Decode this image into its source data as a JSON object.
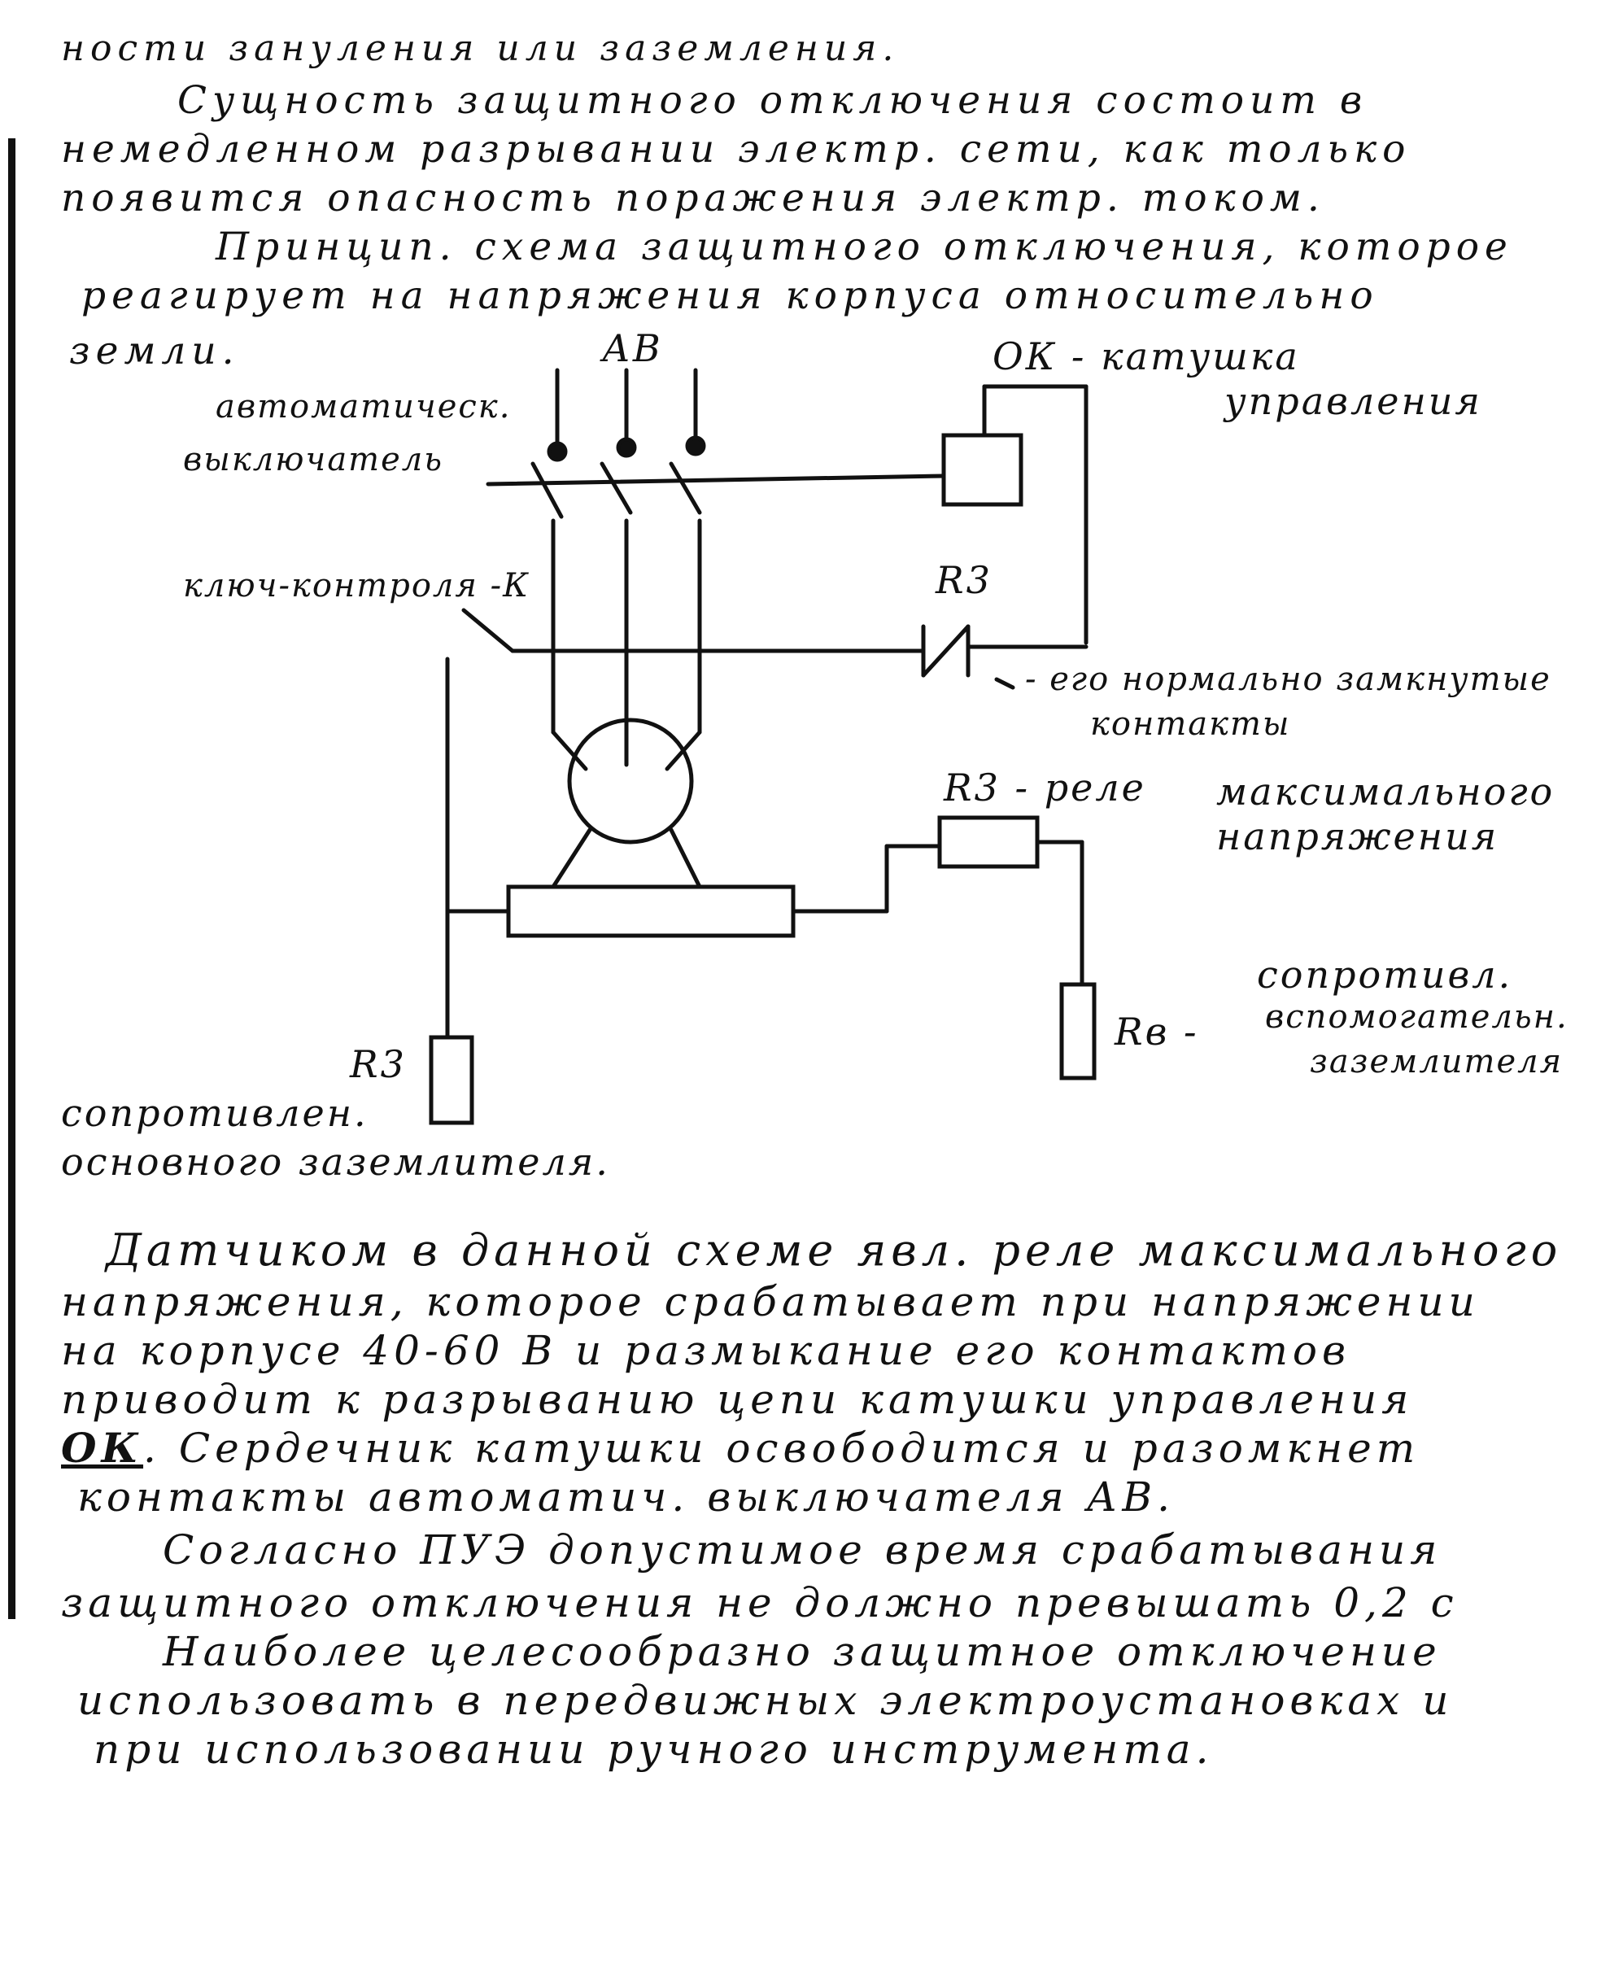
{
  "text_lines": [
    "ности зануления или заземления.",
    "Сущность защитного отключения состоит в",
    "немедленном разрывании электр. сети, как только",
    "появится опасность поражения электр. током.",
    "Принцип. схема защитного отключения, которое",
    "реагирует на напряжения корпуса относительно",
    "земли."
  ],
  "diagram": {
    "av": "АВ",
    "ok_coil": "ОК - катушка",
    "ok_coil_2": "управления",
    "auto_switch": "автоматическ.",
    "auto_switch_2": "выключатель",
    "key": "ключ-контроля -К",
    "r3_top": "R3",
    "contacts": "- его нормально замкнутые",
    "contacts_2": "контакты",
    "relay": "R3 - реле",
    "relay_desc": "максимального",
    "relay_desc_2": "напряжения",
    "aux": "сопротивл.",
    "aux_2": "вспомогательн.",
    "aux_3": "заземлителя",
    "rb": "Rв -",
    "r3_main": "R3",
    "main": "сопротивлен.",
    "main_2": "основного заземлителя."
  },
  "bottom": {
    "line1": "Датчиком в данной схеме явл. реле максимального",
    "line2": "напряжения, которое срабатывает при напряжении",
    "line3": "на корпусе 40-60 В и размыкание его контактов",
    "line4": "приводит к разрыванию цепи катушки управления",
    "line5_ok": "ОК",
    "line5_rest": ". Сердечник катушки освободится и разомкнет",
    "line6": "контакты автоматич. выключателя АВ.",
    "line7": "Согласно ПУЭ допустимое время срабатывания",
    "line8": "защитного отключения не должно превышать 0,2 с",
    "line9": "Наиболее целесообразно защитное отключение",
    "line10": "использовать в передвижных электроустановках и",
    "line11": "при использовании ручного инструмента."
  }
}
